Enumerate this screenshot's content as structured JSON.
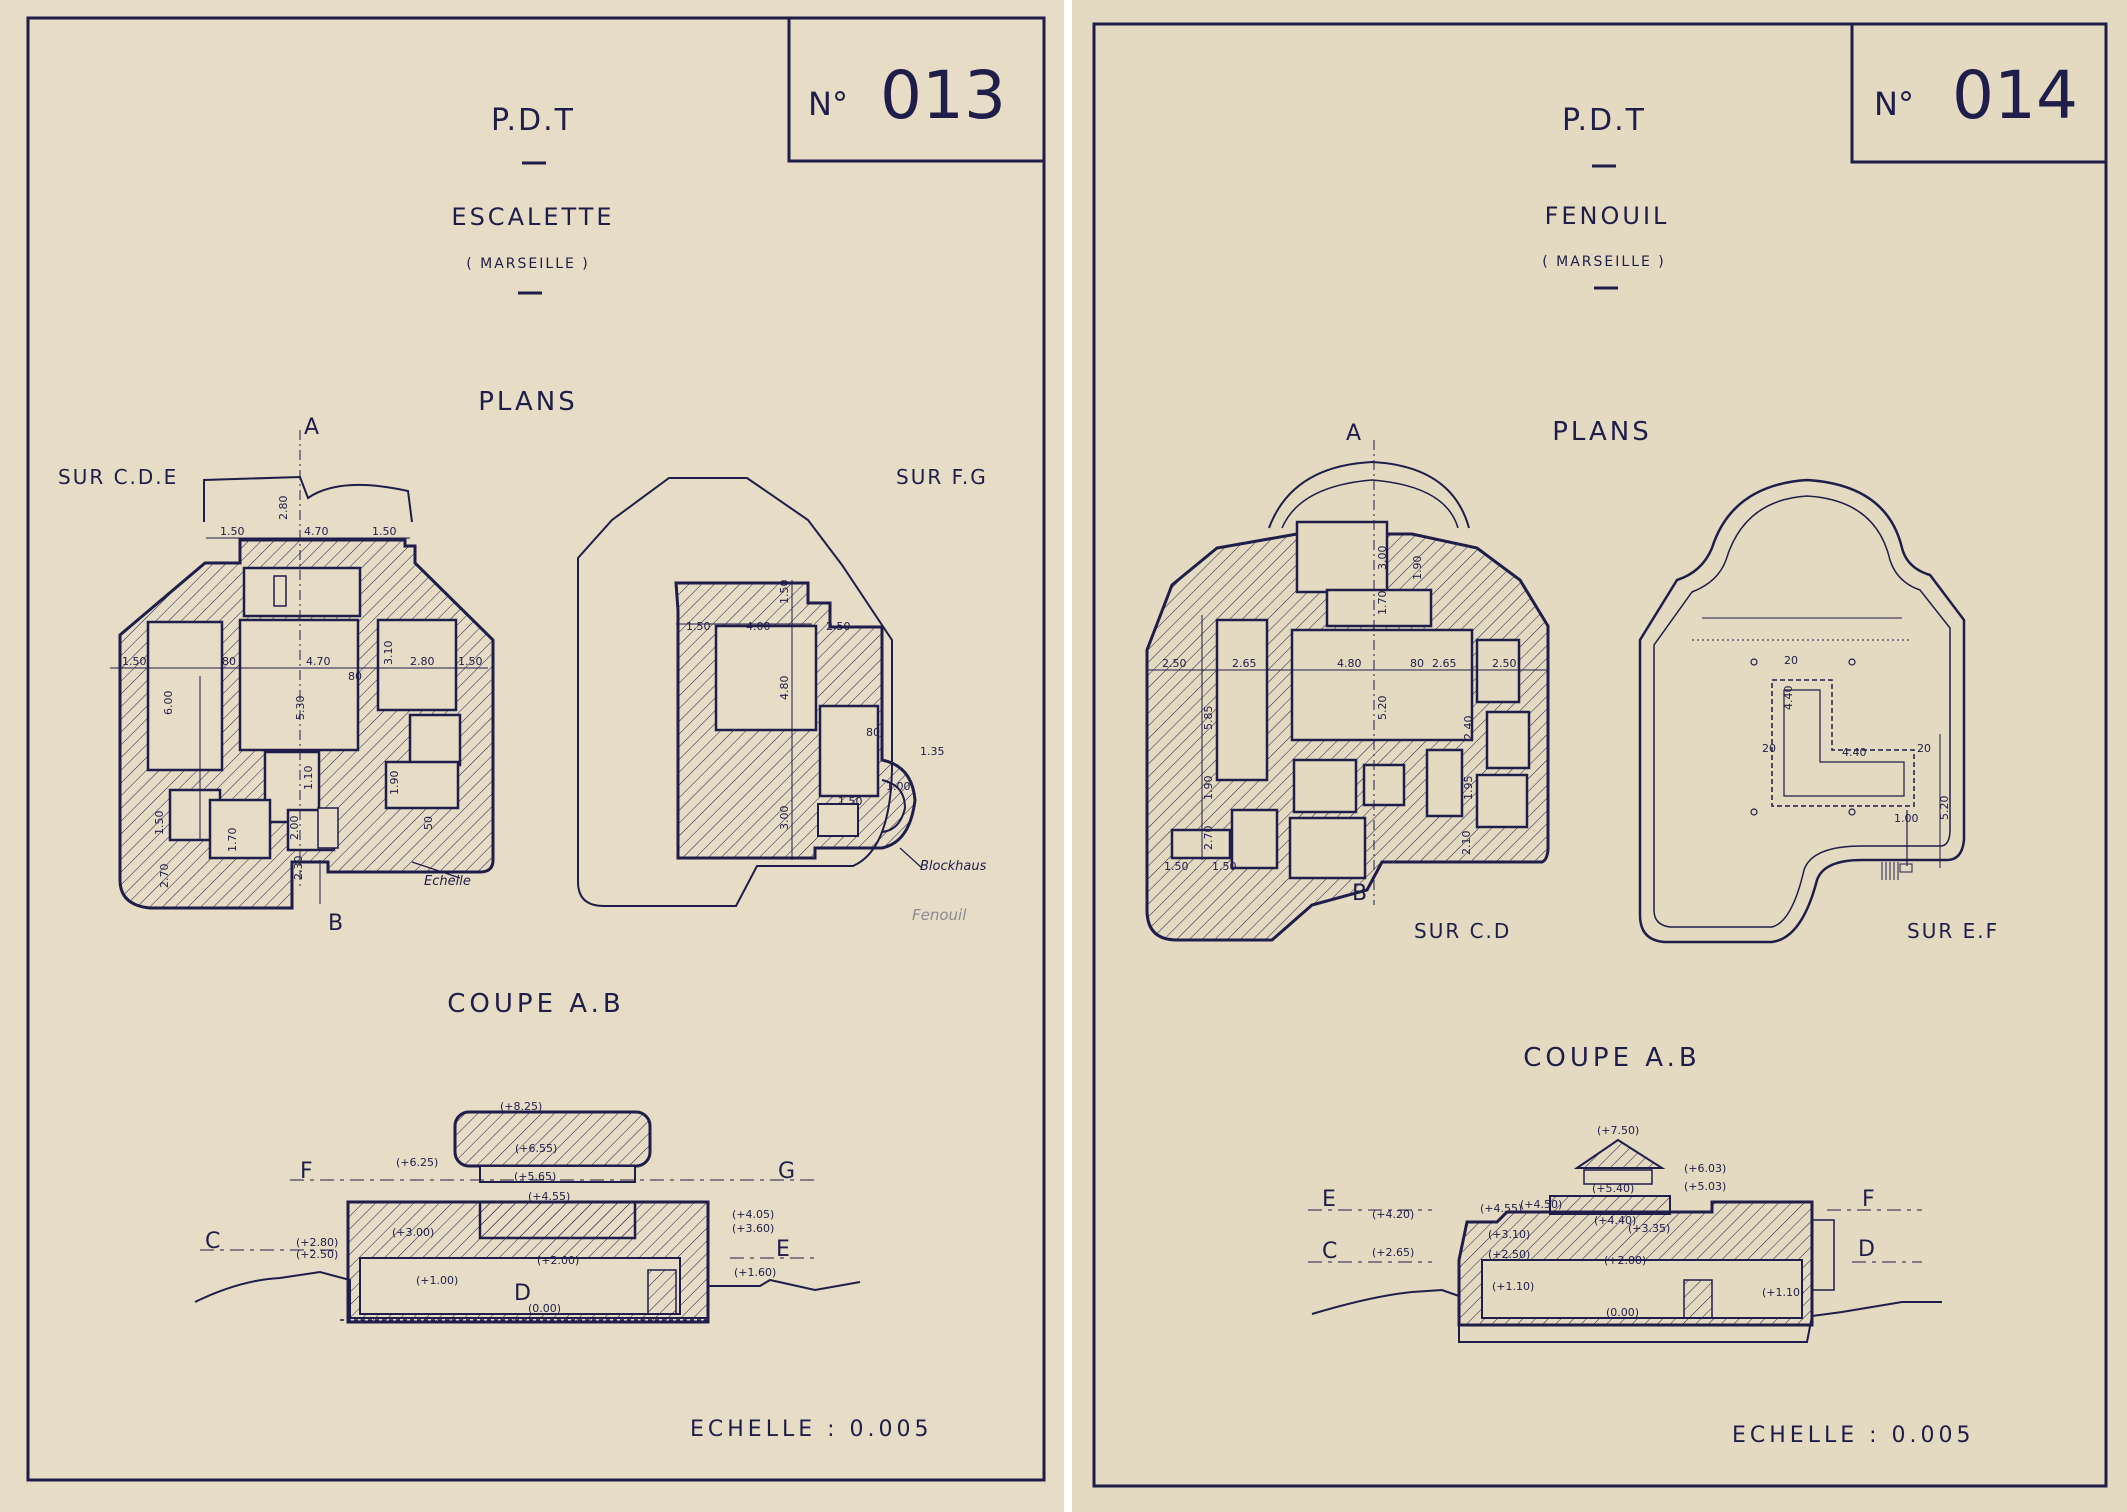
{
  "colors": {
    "paper_left": "#e7dcc6",
    "paper_right": "#e4d9c1",
    "ink": "#1f1d4a"
  },
  "sheets": [
    {
      "number_label": "N°",
      "number": "013",
      "title": "P.D.T",
      "site": "ESCALETTE",
      "city": "( MARSEILLE )",
      "plans_label": "PLANS",
      "left_level_label": "SUR C.D.E",
      "right_level_label": "SUR F.G",
      "section_label": "COUPE A.B",
      "scale_label": "ECHELLE : 0.005",
      "cut_labels": [
        "A",
        "B"
      ],
      "annotations": [
        "Echelle",
        "Blockhaus"
      ],
      "handwritten_note": "Fenouil",
      "plan_dims": [
        "1.50",
        "2.80",
        "4.70",
        "1.50",
        "1.50",
        "80",
        "4.70",
        "80",
        "3.10",
        "2.80",
        "1.50",
        "6.00",
        "5.30",
        "1.50",
        "2.70",
        "1.70",
        "2.30",
        "2.00",
        "1.10",
        "1.90",
        "50",
        "1.50",
        "4.00",
        "2.50",
        "4.80",
        "1.50",
        "3.00",
        "1.50",
        "1.35",
        "1.00",
        "80"
      ],
      "section_elevations": [
        "(+8.25)",
        "(+6.55)",
        "(+6.25)",
        "(+5.65)",
        "(+4.55)",
        "(+4.05)",
        "(+3.60)",
        "(+3.00)",
        "(+2.80)",
        "(+2.50)",
        "(+2.00)",
        "(+1.00)",
        "(+1.60)",
        "(0.00)"
      ],
      "section_letters": [
        "F",
        "G",
        "C",
        "E",
        "D"
      ]
    },
    {
      "number_label": "N°",
      "number": "014",
      "title": "P.D.T",
      "site": "FENOUIL",
      "city": "( MARSEILLE )",
      "plans_label": "PLANS",
      "left_level_label": "SUR C.D",
      "right_level_label": "SUR E.F",
      "section_label": "COUPE A.B",
      "scale_label": "ECHELLE : 0.005",
      "cut_labels": [
        "A",
        "B"
      ],
      "plan_dims": [
        "2.50",
        "2.65",
        "4.80",
        "80",
        "2.65",
        "2.50",
        "3.00",
        "1.90",
        "5.85",
        "5.20",
        "1.70",
        "2.40",
        "1.95",
        "2.10",
        "1.90",
        "2.70",
        "1.50",
        "1.50",
        "20",
        "4.40",
        "4.40",
        "20",
        "20",
        "5.20",
        "1.00"
      ],
      "section_elevations": [
        "(+7.50)",
        "(+6.03)",
        "(+5.03)",
        "(+5.40)",
        "(+4.55)",
        "(+4.50)",
        "(+4.40)",
        "(+4.20)",
        "(+3.35)",
        "(+3.10)",
        "(+2.65)",
        "(+2.50)",
        "(+2.00)",
        "(+1.10)",
        "(+1.10)",
        "(0.00)"
      ],
      "section_letters": [
        "E",
        "F",
        "C",
        "D"
      ]
    }
  ]
}
